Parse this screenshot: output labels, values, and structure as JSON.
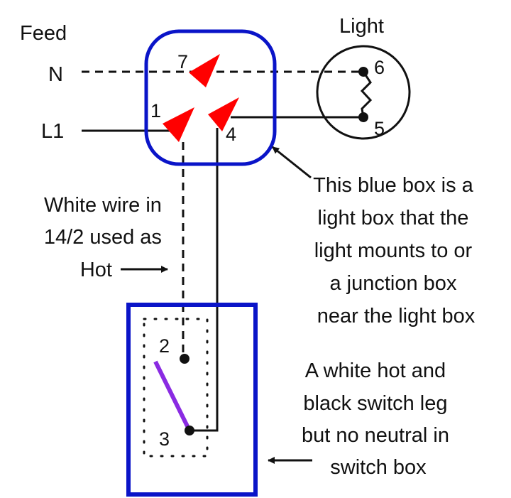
{
  "labels": {
    "feed": "Feed",
    "light": "Light",
    "neutral": "N",
    "line1": "L1"
  },
  "terminals": {
    "t1": "1",
    "t2": "2",
    "t3": "3",
    "t4": "4",
    "t5": "5",
    "t6": "6",
    "t7": "7"
  },
  "notes": {
    "white_wire": [
      "White wire in",
      "14/2 used as",
      "Hot"
    ],
    "blue_box": [
      "This blue box is a",
      "light box that the",
      "light mounts to or",
      "a junction box",
      "near the light box"
    ],
    "switch_box": [
      "A white hot and",
      "black switch leg",
      "but no neutral in",
      "switch box"
    ]
  },
  "colors": {
    "box": "#0a14c8",
    "wire_nut": "#ff0000",
    "switch_lever": "#8a2be2",
    "wire": "#111111"
  }
}
